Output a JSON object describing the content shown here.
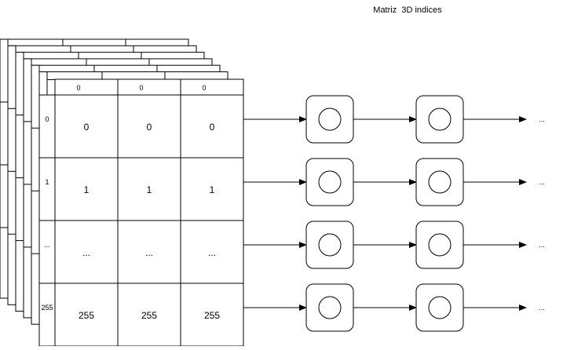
{
  "title": "Matriz  3D indices",
  "column_headers": [
    "0",
    "0",
    "0"
  ],
  "row_headers": [
    "0",
    "1",
    "...",
    "255"
  ],
  "cells": [
    [
      "0",
      "0",
      "0"
    ],
    [
      "1",
      "1",
      "1"
    ],
    [
      "...",
      "...",
      "..."
    ],
    [
      "255",
      "255",
      "255"
    ]
  ],
  "chain_nodes_per_row": 2,
  "chain_continuation": "...",
  "colors": {
    "stroke": "#000000",
    "fill": "#ffffff"
  }
}
